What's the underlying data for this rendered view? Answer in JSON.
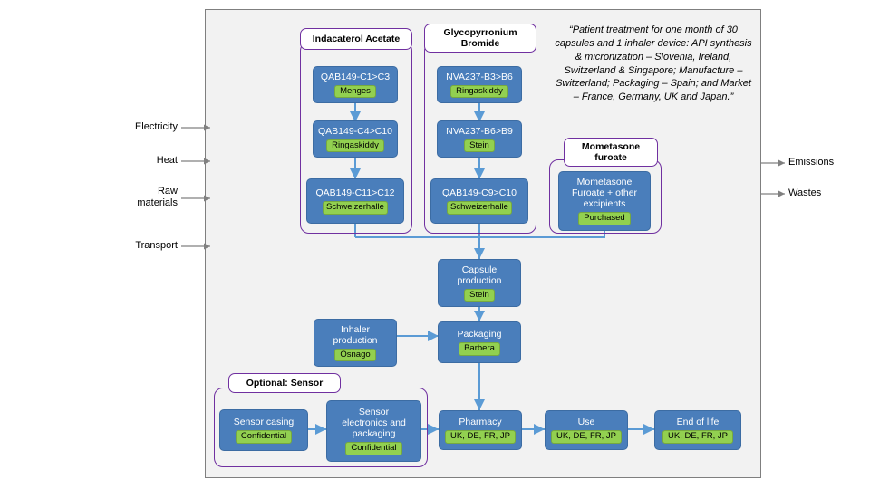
{
  "diagram": {
    "title_quote": "“Patient treatment for one month of 30 capsules and 1 inhaler device: API synthesis & micronization – Slovenia, Ireland, Switzerland & Singapore; Manufacture – Switzerland; Packaging – Spain; and Market – France, Germany, UK and Japan.”",
    "boundary_name": "system-boundary",
    "inputs": [
      {
        "label": "Electricity"
      },
      {
        "label": "Heat"
      },
      {
        "label": "Raw\nmaterials"
      },
      {
        "label": "Transport"
      }
    ],
    "outputs": [
      {
        "label": "Emissions"
      },
      {
        "label": "Wastes"
      }
    ],
    "groups": [
      {
        "id": "indacaterol",
        "label": "Indacaterol Acetate"
      },
      {
        "id": "glycopyrronium",
        "label": "Glycopyrronium\nBromide"
      },
      {
        "id": "mometasone",
        "label": "Mometasone\nfuroate"
      },
      {
        "id": "sensor",
        "label": "Optional: Sensor"
      }
    ],
    "nodes": [
      {
        "id": "qab-c1-c3",
        "title": "QAB149-C1>C3",
        "tag": "Menges"
      },
      {
        "id": "qab-c4-c10",
        "title": "QAB149-C4>C10",
        "tag": "Ringaskiddy"
      },
      {
        "id": "qab-c11-c12",
        "title": "QAB149-C11>C12",
        "tag": "Schweizerhalle"
      },
      {
        "id": "nva-b3-b6",
        "title": "NVA237-B3>B6",
        "tag": "Ringaskiddy"
      },
      {
        "id": "nva-b6-b9",
        "title": "NVA237-B6>B9",
        "tag": "Stein"
      },
      {
        "id": "qab-c9-c10",
        "title": "QAB149-C9>C10",
        "tag": "Schweizerhalle"
      },
      {
        "id": "mometasone-excipients",
        "title": "Mometasone\nFuroate + other\nexcipients",
        "tag": "Purchased"
      },
      {
        "id": "capsule-production",
        "title": "Capsule\nproduction",
        "tag": "Stein"
      },
      {
        "id": "inhaler-production",
        "title": "Inhaler\nproduction",
        "tag": "Osnago"
      },
      {
        "id": "packaging",
        "title": "Packaging",
        "tag": "Barbera"
      },
      {
        "id": "sensor-casing",
        "title": "Sensor casing",
        "tag": "Confidential"
      },
      {
        "id": "sensor-electronics",
        "title": "Sensor\nelectronics and\npackaging",
        "tag": "Confidential"
      },
      {
        "id": "pharmacy",
        "title": "Pharmacy",
        "tag": "UK, DE, FR, JP"
      },
      {
        "id": "use",
        "title": "Use",
        "tag": "UK, DE, FR, JP"
      },
      {
        "id": "end-of-life",
        "title": "End of life",
        "tag": "UK, DE, FR, JP"
      }
    ],
    "colors": {
      "process_blue": "#4a7ebb",
      "tag_green": "#92d050",
      "group_purple": "#7030a0",
      "boundary_gray": "#f2f2f2",
      "arrow_blue": "#5b9bd5"
    }
  }
}
